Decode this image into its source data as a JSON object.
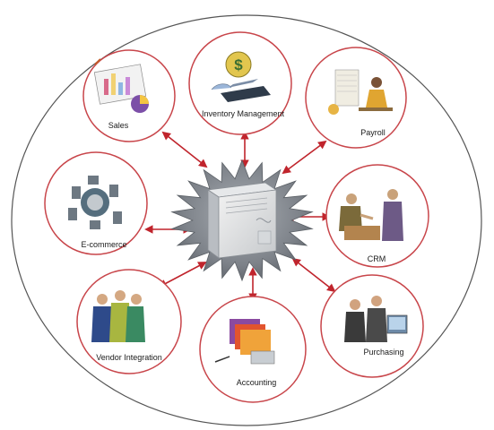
{
  "modules": [
    {
      "id": "sales",
      "label": "Sales",
      "icon": "sales-chart-icon"
    },
    {
      "id": "inventory",
      "label": "Inventory Management",
      "icon": "inventory-laptop-icon"
    },
    {
      "id": "payroll",
      "label": "Payroll",
      "icon": "payroll-clerk-icon"
    },
    {
      "id": "ecommerce",
      "label": "E-commerce",
      "icon": "ecommerce-globe-icon"
    },
    {
      "id": "crm",
      "label": "CRM",
      "icon": "crm-handshake-icon"
    },
    {
      "id": "vendor",
      "label": "Vendor Integration",
      "icon": "vendor-people-icon"
    },
    {
      "id": "accounting",
      "label": "Accounting",
      "icon": "accounting-folders-icon"
    },
    {
      "id": "purchasing",
      "label": "Purchasing",
      "icon": "purchasing-team-icon"
    }
  ],
  "hub": {
    "icon": "server-icon"
  },
  "colors": {
    "node_ring": "#c8454a",
    "arrow": "#c0242c",
    "hub_star": "#6f747b",
    "outer_ellipse": "#555555"
  }
}
